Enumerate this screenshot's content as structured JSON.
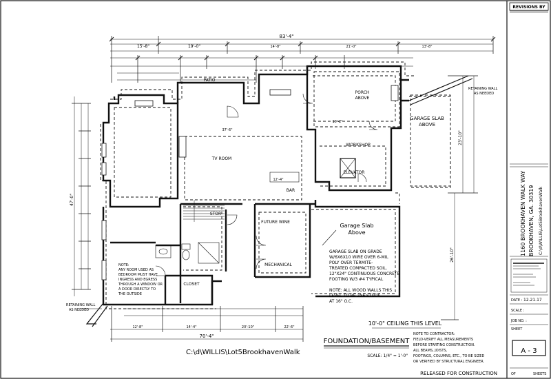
{
  "revisions_header": "REVISIONS BY",
  "address": {
    "street": "1160 BROOKHAVEN WALK WAY",
    "city": "BROOKHAVEN, GA. 30319"
  },
  "file_path": "C:\\d\\WILLIS\\Lot5BrookhavenWalk",
  "drawing_title": "FOUNDATION/BASEMENT",
  "scale_text": "SCALE: 1/4\" = 1'-0\"",
  "ceiling_note": "10'-0\" CEILING THIS LEVEL",
  "released_text": "RELEASED FOR CONSTRUCTION",
  "title_block": {
    "date_label": "DATE :",
    "date_value": "12.21.17",
    "scale_label": "SCALE :",
    "job_label": "JOB NO. :",
    "sheet_label": "SHEET",
    "sheet_number": "A - 3",
    "of_label": "OF",
    "sheets_label": "SHEETS"
  },
  "rooms": {
    "patio": "PATIO",
    "tv_room": "TV ROOM",
    "porch_line1": "PORCH",
    "porch_line2": "ABOVE",
    "garage_top_line1": "GARAGE SLAB",
    "garage_top_line2": "ABOVE",
    "workshop": "WORKSHOP",
    "elevator": "ELEVATOR",
    "bar": "BAR",
    "stor": "STOR",
    "future_wine": "FUTURE WINE",
    "mechanical": "MECHANICAL",
    "closet": "CLOSET",
    "garage_mid_line1": "Garage Slab",
    "garage_mid_line2": "Above"
  },
  "notes": {
    "retaining_top_line1": "RETAINING WALL",
    "retaining_top_line2": "AS NEEDED",
    "retaining_left_line1": "RETAINING WALL",
    "retaining_left_line2": "AS NEEDED",
    "bedroom_note": [
      "NOTE:",
      "ANY ROOM USED AS",
      "BEDROOM MUST HAVE",
      "INGRESS AND EGRESS",
      "THROUGH A WINDOW OR",
      "A DOOR DIRECTLY TO",
      "THE OUTSIDE"
    ],
    "slab_note": [
      "GARAGE SLAB ON GRADE",
      "W/6X6X10 WIRE OVER 6-MIL",
      "POLY OVER TERMITE-",
      "TREATED COMPACTED SOIL.",
      "12\"X24\" CONTINUOUS CONCRETE",
      "FOOTING W/3 #4 TYPICAL",
      "",
      "NOTE: ALL WOOD WALLS THIS",
      "LEVEL TO BE 2X6 STUDS",
      "AT 16\" O.C."
    ],
    "contractor_note": [
      "NOTE TO CONTRACTOR:",
      "FIELD-VERIFY ALL MEASUREMENTS",
      "BEFORE STARTING CONSTRUCTION.",
      "ALL BEAMS, JOISTS,",
      "FOOTINGS, COLUMNS, ETC., TO BE SIZED",
      "OR VERIFIED BY STRUCTURAL ENGINEER."
    ]
  },
  "dimensions": {
    "overall_top": "83'-4\"",
    "top_a": "15'-8\"",
    "top_b": "19'-0\"",
    "top_c": "14'-8\"",
    "top_d": "21'-0\"",
    "top_e": "13'-8\"",
    "overall_bottom": "70'-4\"",
    "bottom_a": "12'-8\"",
    "bottom_b": "14'-4\"",
    "bottom_c": "20'-10\"",
    "bottom_d": "22'-6\"",
    "right_a": "23'-10\"",
    "right_b": "26'-10\"",
    "left_overall": "47'-0\"",
    "tv_width": "37'-6\"",
    "bar_len": "12'-4\"",
    "wk_w": "10'-2\""
  }
}
